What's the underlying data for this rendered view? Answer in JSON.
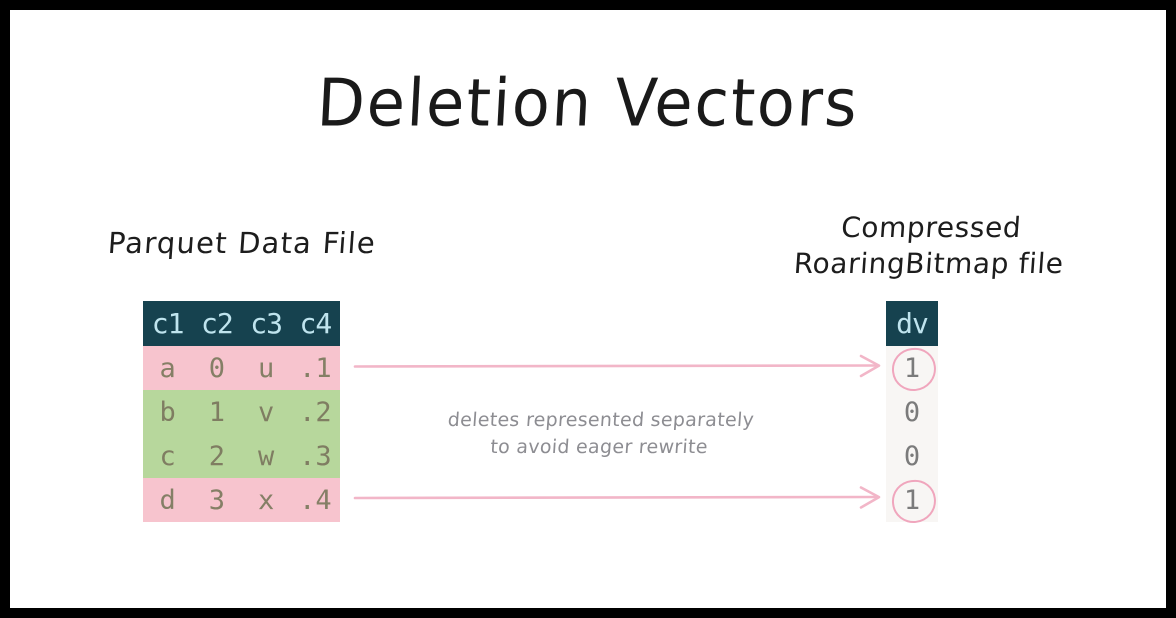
{
  "page": {
    "title": "Deletion Vectors",
    "background": "#ffffff",
    "frame_color": "#000000"
  },
  "colors": {
    "header_bg": "#16424f",
    "header_text": "#bfe4ee",
    "row_pink": "#f7c4ce",
    "row_green": "#b7d79c",
    "cell_text": "#857f66",
    "dv_bg": "#f8f6f4",
    "dv_text": "#7b7b7b",
    "accent_pink": "#f0a6bd",
    "annotation_text": "#8d8d92"
  },
  "left_section": {
    "label": "Parquet Data File",
    "table": {
      "columns": [
        "c1",
        "c2",
        "c3",
        "c4"
      ],
      "rows": [
        {
          "cells": [
            "a",
            "0",
            "u",
            ".1"
          ],
          "color": "pink"
        },
        {
          "cells": [
            "b",
            "1",
            "v",
            ".2"
          ],
          "color": "green"
        },
        {
          "cells": [
            "c",
            "2",
            "w",
            ".3"
          ],
          "color": "green"
        },
        {
          "cells": [
            "d",
            "3",
            "x",
            ".4"
          ],
          "color": "pink"
        }
      ]
    }
  },
  "right_section": {
    "label_line1": "Compressed",
    "label_line2": "RoaringBitmap file",
    "table": {
      "column": "dv",
      "values": [
        {
          "value": "1",
          "circled": true
        },
        {
          "value": "0",
          "circled": false
        },
        {
          "value": "0",
          "circled": false
        },
        {
          "value": "1",
          "circled": true
        }
      ]
    }
  },
  "annotation": {
    "line1": "deletes represented separately",
    "line2": "to avoid eager rewrite"
  },
  "arrows": [
    {
      "name": "arrow-row-a-to-dv-1",
      "from_row": 0,
      "to_value_index": 0
    },
    {
      "name": "arrow-row-d-to-dv-4",
      "from_row": 3,
      "to_value_index": 3
    }
  ]
}
